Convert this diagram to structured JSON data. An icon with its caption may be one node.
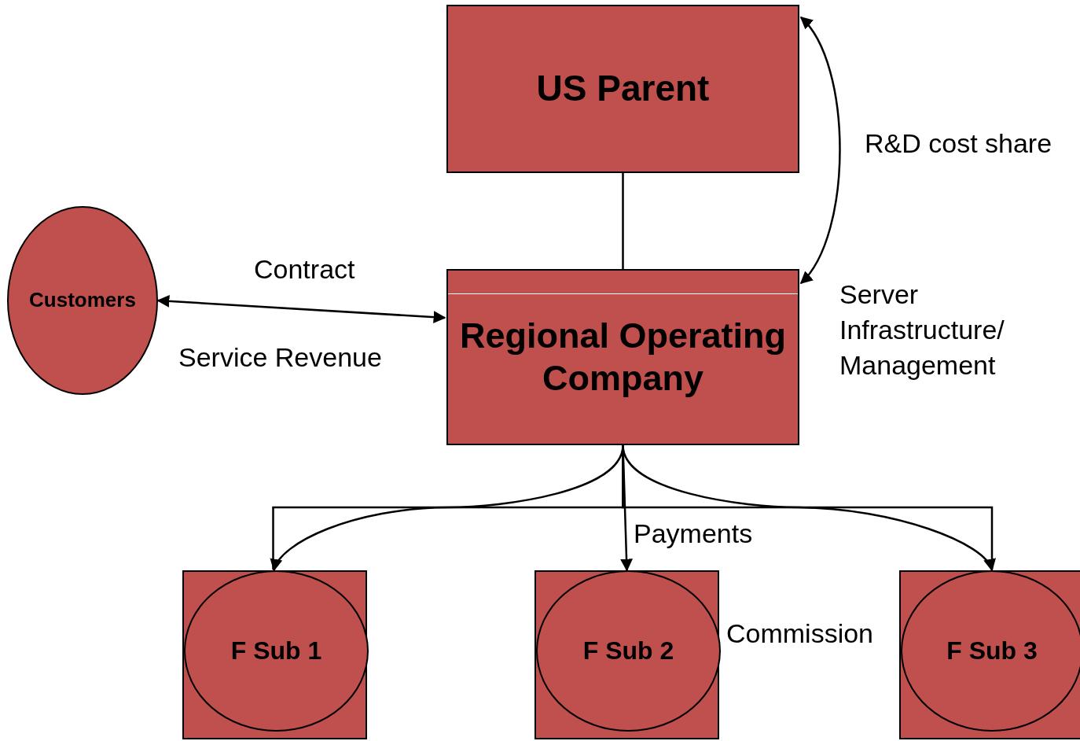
{
  "diagram": {
    "nodes": [
      {
        "text": [
          "US Parent"
        ]
      },
      {
        "text": [
          "Customers"
        ]
      },
      {
        "text": [
          "Regional Operating Company"
        ]
      },
      {
        "text": [],
        "shape": "box"
      },
      {
        "text": [
          "F Sub 1"
        ],
        "in": 3
      },
      {
        "text": [],
        "shape": "box"
      },
      {
        "text": [
          "F Sub 2"
        ],
        "in": 5
      },
      {
        "text": [],
        "shape": "box"
      },
      {
        "text": [
          "F Sub 3"
        ],
        "in": 7
      }
    ],
    "edges": [
      {
        "from": 0,
        "to": 2,
        "arrow": "none"
      },
      {
        "from": 1,
        "to": 2,
        "arrow": "both"
      },
      {
        "from": 2,
        "to": 0,
        "arrow": "both",
        "label": "R&D cost share"
      },
      {
        "from": 2,
        "to": 4,
        "arrow": "to"
      },
      {
        "from": 2,
        "to": 6,
        "arrow": "to"
      },
      {
        "from": 2,
        "to": 8,
        "arrow": "to"
      },
      {
        "from": 2,
        "to": 4,
        "arrow": "none"
      },
      {
        "from": 2,
        "to": 8,
        "arrow": "none"
      }
    ],
    "labels": [
      "Contract",
      "Service Revenue",
      "Server Infrastructure/ Management",
      "Payments",
      "Commission"
    ]
  }
}
